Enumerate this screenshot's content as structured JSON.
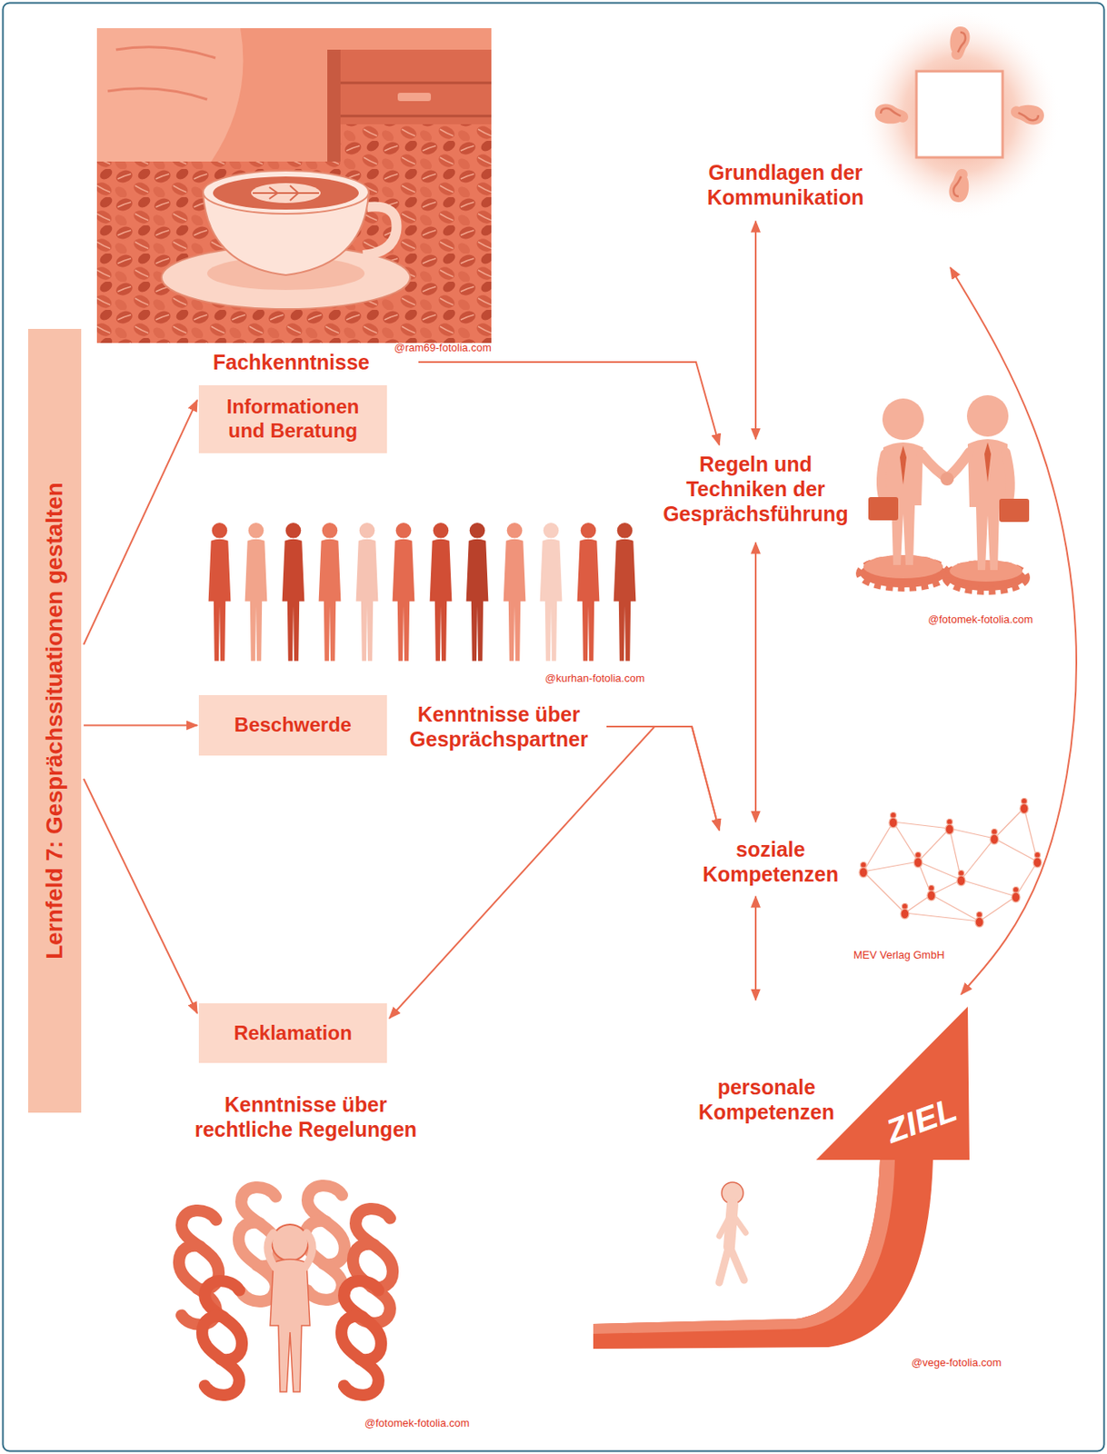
{
  "diagram": {
    "nodes": [
      {
        "text": [
          "Lernfeld 7: Gesprächssituationen gestalten"
        ]
      },
      {
        "text": [
          "Fachkenntnisse"
        ]
      },
      {
        "text": [
          "Informationen und Beratung"
        ]
      },
      {
        "text": [
          "Beschwerde"
        ]
      },
      {
        "text": [
          "Kenntnisse über Gesprächspartner"
        ]
      },
      {
        "text": [
          "Reklamation"
        ]
      },
      {
        "text": [
          "Kenntnisse über rechtliche Regelungen"
        ]
      },
      {
        "text": [
          "Grundlagen der Kommunikation"
        ]
      },
      {
        "text": [
          "Regeln und Techniken der Gesprächsführung"
        ]
      },
      {
        "text": [
          "soziale Kompetenzen"
        ]
      },
      {
        "text": [
          "personale Kompetenzen"
        ]
      }
    ],
    "edges": [
      {
        "from": 0,
        "to": 2,
        "arrow": "to"
      },
      {
        "from": 0,
        "to": 3,
        "arrow": "to"
      },
      {
        "from": 0,
        "to": 5,
        "arrow": "to"
      },
      {
        "from": 1,
        "to": 8,
        "arrow": "to"
      },
      {
        "from": 4,
        "to": 9,
        "arrow": "to"
      },
      {
        "from": 5,
        "to": 9,
        "arrow": "both"
      },
      {
        "from": 7,
        "to": 8,
        "arrow": "both"
      },
      {
        "from": 8,
        "to": 9,
        "arrow": "both"
      },
      {
        "from": 9,
        "to": 10,
        "arrow": "both"
      },
      {
        "from": 7,
        "to": 10,
        "arrow": "both"
      }
    ],
    "labels": [
      "@ram69-fotolia.com",
      "@fotomek-fotolia.com",
      "@kurhan-fotolia.com",
      "MEV Verlag GmbH",
      "ZIEL",
      "@vege-fotolia.com",
      "@fotomek-fotolia.com"
    ]
  }
}
